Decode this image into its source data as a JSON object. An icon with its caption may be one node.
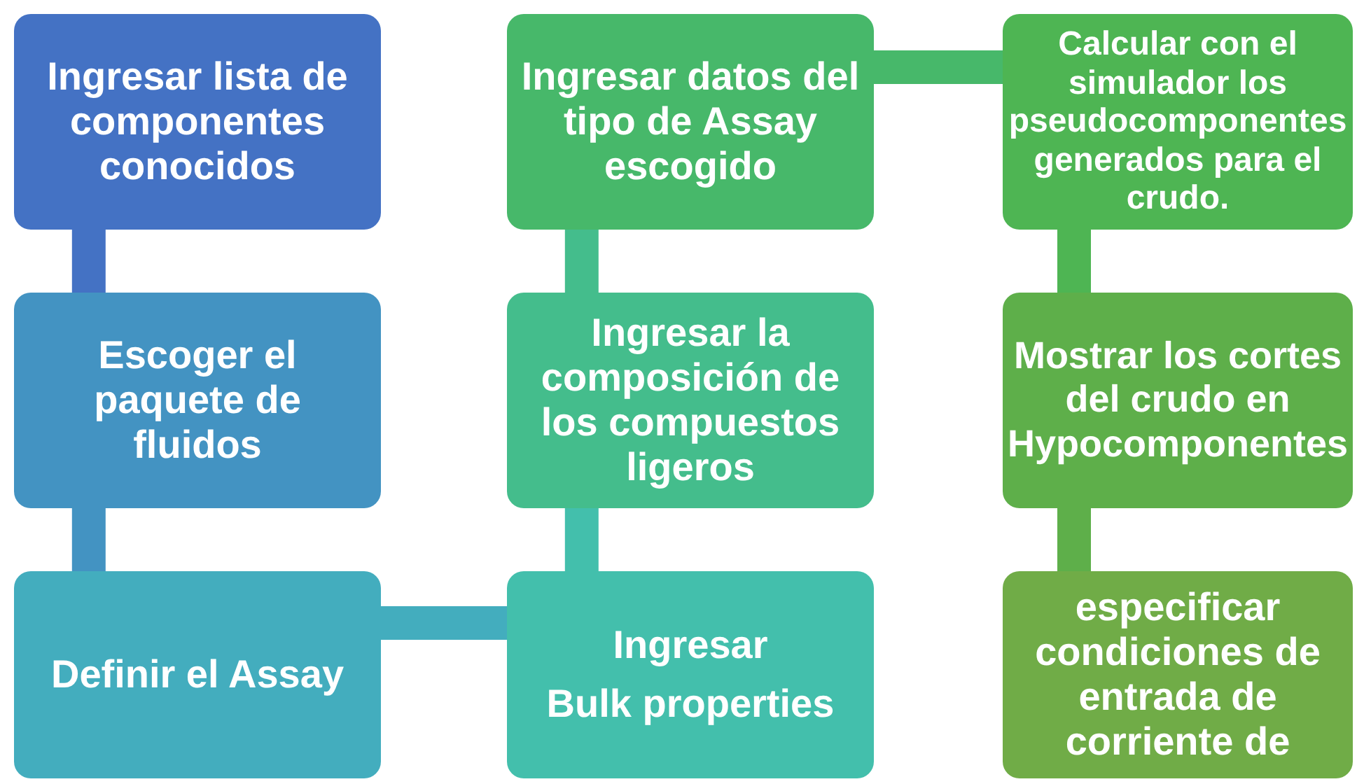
{
  "diagram": {
    "nodes": [
      {
        "text": [
          "Ingresar lista de componentes conocidos"
        ]
      },
      {
        "text": [
          "Escoger el paquete de fluidos"
        ]
      },
      {
        "text": [
          "Definir el Assay"
        ]
      },
      {
        "text": [
          "Ingresar",
          "Bulk properties"
        ]
      },
      {
        "text": [
          "Ingresar la composición de los compuestos ligeros"
        ]
      },
      {
        "text": [
          "Ingresar datos del tipo de Assay escogido"
        ]
      },
      {
        "text": [
          "Calcular con el simulador los pseudocomponentes generados para el crudo."
        ]
      },
      {
        "text": [
          "Mostrar los cortes del crudo en Hypocomponentes"
        ]
      },
      {
        "text": [
          "especificar condiciones de entrada de corriente de"
        ]
      }
    ],
    "edges": [
      {
        "from": 0,
        "to": 1,
        "arrow": "none",
        "color": "#4472c4"
      },
      {
        "from": 1,
        "to": 2,
        "arrow": "none",
        "color": "#4393c2"
      },
      {
        "from": 2,
        "to": 3,
        "arrow": "none",
        "color": "#43adbe"
      },
      {
        "from": 3,
        "to": 4,
        "arrow": "none",
        "color": "#43bfac"
      },
      {
        "from": 4,
        "to": 5,
        "arrow": "none",
        "color": "#44bd8c"
      },
      {
        "from": 5,
        "to": 6,
        "arrow": "none",
        "color": "#47b86a"
      },
      {
        "from": 6,
        "to": 7,
        "arrow": "none",
        "color": "#4eb553"
      },
      {
        "from": 7,
        "to": 8,
        "arrow": "none",
        "color": "#5eaf4a"
      }
    ]
  }
}
